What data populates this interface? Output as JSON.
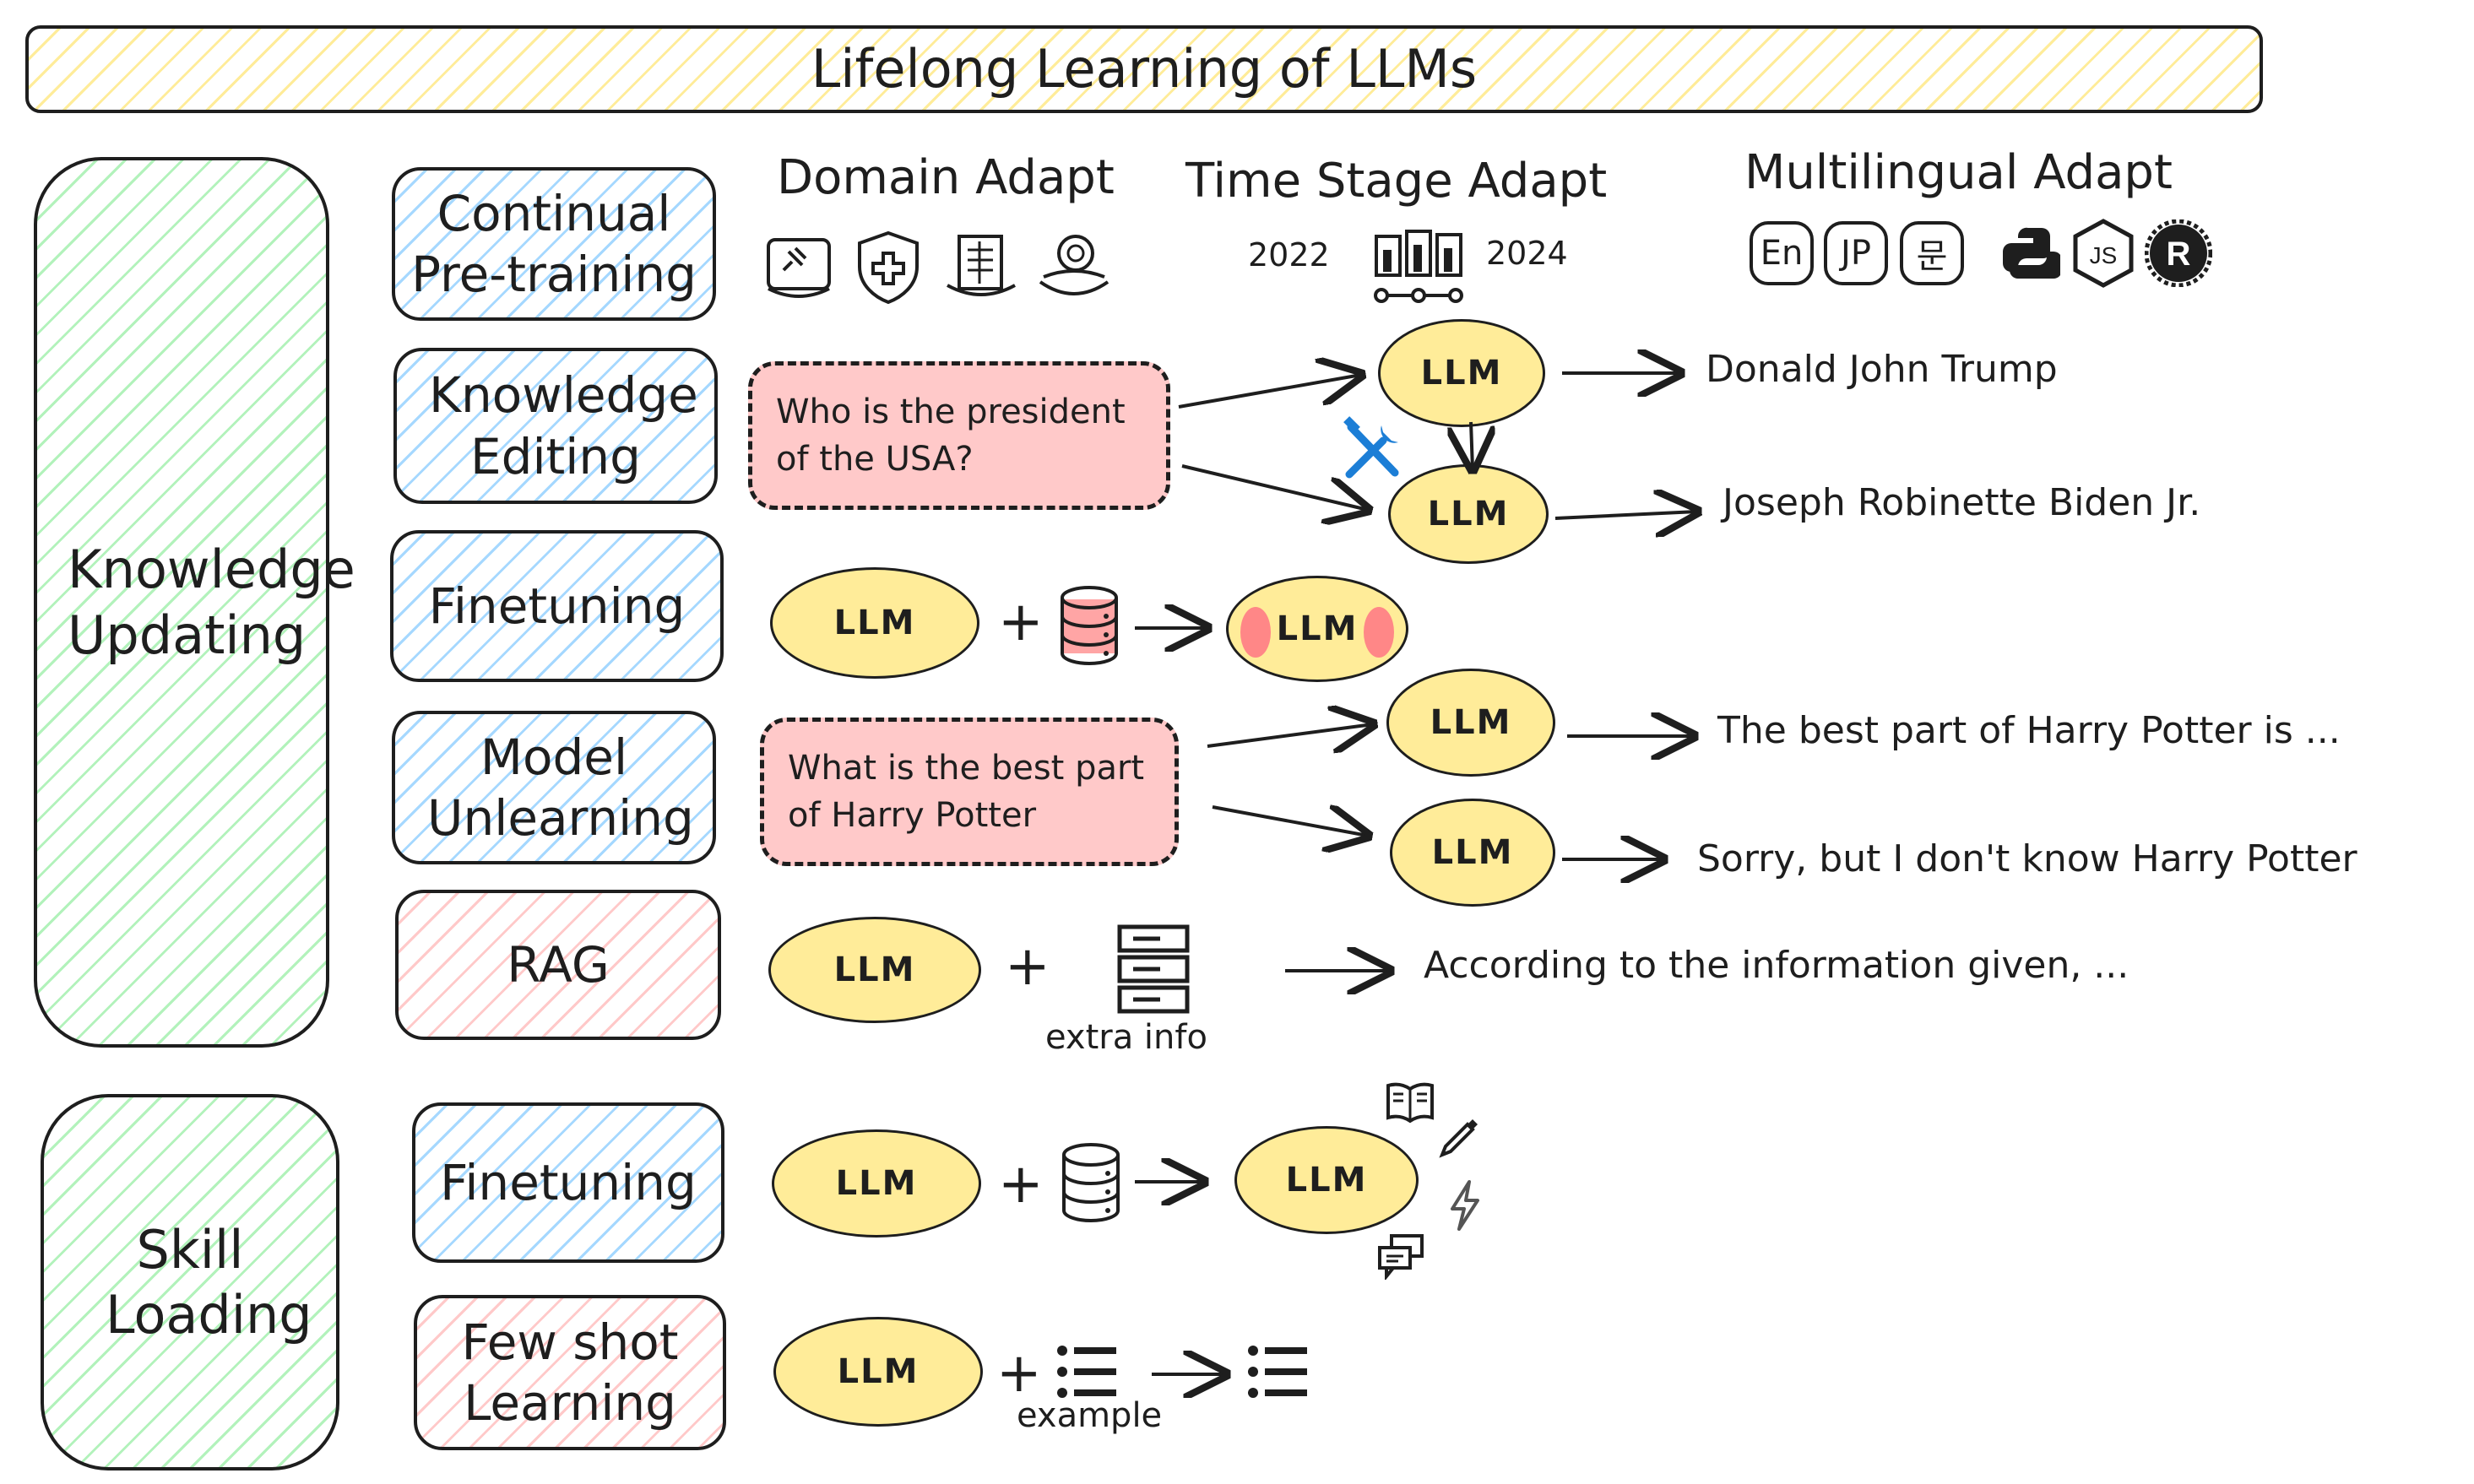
{
  "title": "Lifelong Learning of LLMs",
  "categories": {
    "knowledge": "Knowledge Updating",
    "skill": "Skill Loading"
  },
  "methods": {
    "continual": "Continual Pre-training",
    "editing": "Knowledge Editing",
    "finetune1": "Finetuning",
    "unlearning": "Model Unlearning",
    "rag": "RAG",
    "finetune2": "Finetuning",
    "fewshot": "Few shot Learning"
  },
  "headers": {
    "domain": "Domain Adapt",
    "time": "Time Stage Adapt",
    "multilingual": "Multilingual Adapt"
  },
  "time": {
    "start": "2022",
    "end": "2024"
  },
  "languages": [
    "En",
    "JP",
    "문"
  ],
  "llm": "LLM",
  "editing": {
    "question": "Who is the president of the USA?",
    "answer_old": "Donald John Trump",
    "answer_new": "Joseph Robinette Biden Jr."
  },
  "unlearning": {
    "question": "What is the best part of Harry Potter",
    "answer_before": "The best part of Harry Potter is ...",
    "answer_after": "Sorry, but I don't know Harry Potter"
  },
  "rag": {
    "extra": "extra info",
    "answer": "According to the information given, ..."
  },
  "fewshot": {
    "example": "example"
  },
  "icons": [
    "law-book-icon",
    "medical-shield-icon",
    "finance-document-icon",
    "coin-stack-icon",
    "bar-chart-timeline-icon",
    "python-icon",
    "nodejs-icon",
    "rust-icon",
    "wrench-screwdriver-icon",
    "database-icon",
    "server-stack-icon",
    "list-icon",
    "open-book-icon",
    "paintbrush-icon",
    "lightning-icon",
    "chat-icon"
  ],
  "colors": {
    "blue": "#a5d8ff",
    "red": "#ffc9c9",
    "green": "#b2f2bb",
    "yellow": "#ffec99",
    "tool": "#1c7ed6"
  }
}
